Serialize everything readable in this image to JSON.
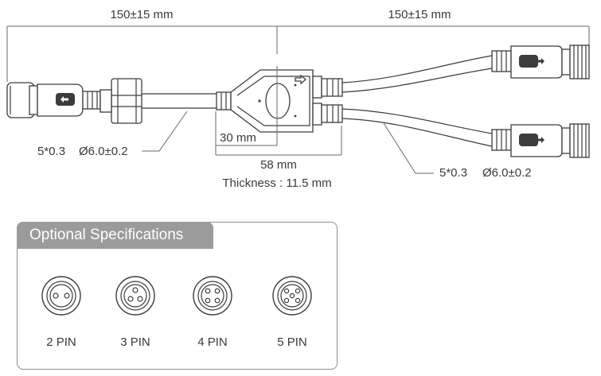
{
  "dimensions": {
    "left_length": "150±15 mm",
    "right_length": "150±15 mm",
    "left_cable": {
      "cores": "5*0.3",
      "diameter": "Ø6.0±0.2"
    },
    "right_cable": {
      "cores": "5*0.3",
      "diameter": "Ø6.0±0.2"
    },
    "splitter_height": "30 mm",
    "splitter_width": "58 mm",
    "thickness": "Thickness : 11.5 mm"
  },
  "optional_specs": {
    "title": "Optional Specifications",
    "pins": [
      {
        "label": "2 PIN",
        "icon": "2-pin-connector-icon",
        "count": 2
      },
      {
        "label": "3 PIN",
        "icon": "3-pin-connector-icon",
        "count": 3
      },
      {
        "label": "4 PIN",
        "icon": "4-pin-connector-icon",
        "count": 4
      },
      {
        "label": "5 PIN",
        "icon": "5-pin-connector-icon",
        "count": 5
      }
    ]
  },
  "colors": {
    "line": "#3c3c3c",
    "tab": "#9b9b9b",
    "border": "#8d8d8d"
  }
}
